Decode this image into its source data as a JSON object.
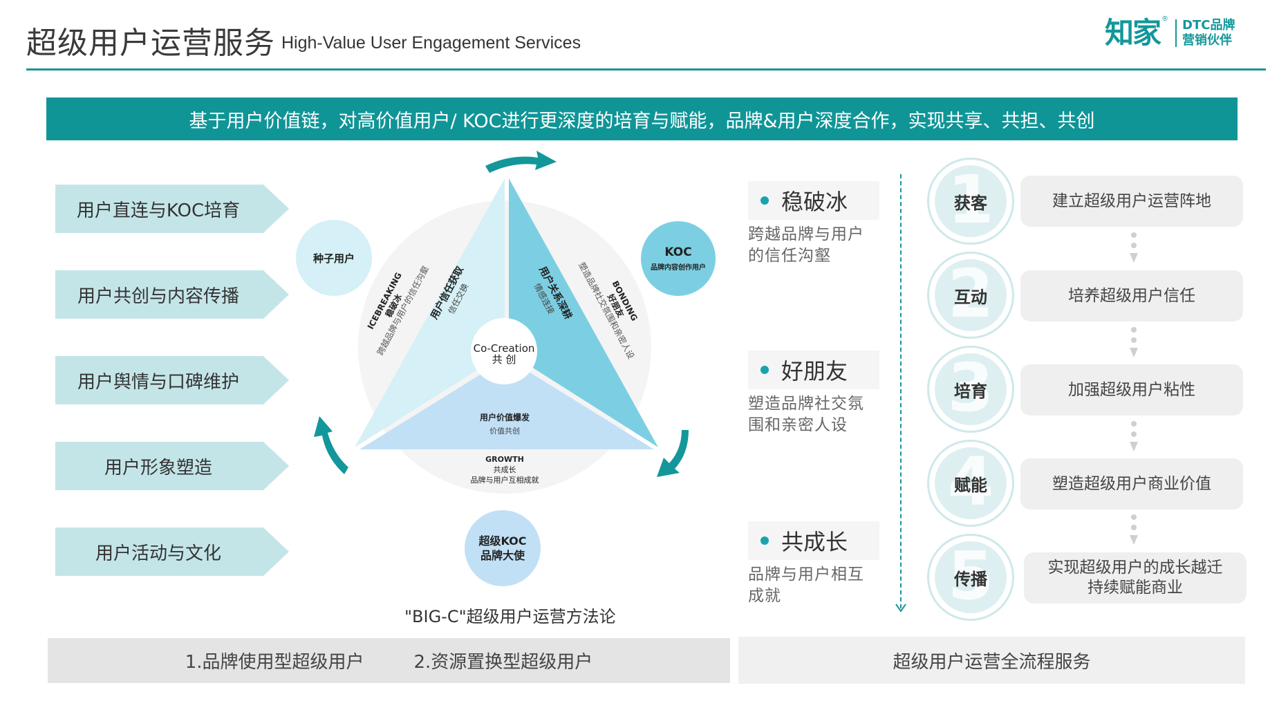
{
  "header": {
    "title_cn": "超级用户运营服务",
    "title_en": "High-Value User Engagement Services",
    "logo": {
      "mark": "知家",
      "registered": "®",
      "line1": "DTC品牌",
      "line2": "营销伙伴",
      "color": "#13979a"
    }
  },
  "banner": {
    "text": "基于用户价值链，对高价值用户/ KOC进行更深度的培育与赋能，品牌&用户深度合作，实现共享、共担、共创",
    "color": "#109597"
  },
  "left_services": [
    {
      "label": "用户直连与KOC培育"
    },
    {
      "label": "用户共创与内容传播"
    },
    {
      "label": "用户舆情与口碑维护"
    },
    {
      "label": "用户形象塑造"
    },
    {
      "label": "用户活动与文化"
    }
  ],
  "diagram": {
    "center": {
      "en": "Co-Creation",
      "cn": "共 创"
    },
    "segments": {
      "left": {
        "title": "用户信任获取",
        "sub": "信任交换",
        "color": "#d5f0f6"
      },
      "right": {
        "title": "用户关系深耕",
        "sub": "情感连接",
        "color": "#7ccfe2"
      },
      "bottom": {
        "title": "用户价值爆发",
        "sub": "价值共创",
        "color": "#c2e0f5"
      }
    },
    "outer_labels": {
      "icebreaking": {
        "en": "ICEBREAKING",
        "cn": "稳破冰",
        "desc": "跨越品牌与用户的信任沟壑"
      },
      "bonding": {
        "en": "BONDING",
        "cn": "好朋友",
        "desc": "塑造品牌社交氛围和亲密人设"
      },
      "growth": {
        "en": "GROWTH",
        "cn": "共成长",
        "desc": "品牌与用户互相成就"
      }
    },
    "roles": {
      "seed": {
        "title": "种子用户",
        "color": "#d5f0f6"
      },
      "koc": {
        "title": "KOC",
        "sub": "品牌内容创作用户",
        "color": "#7ccfe2"
      },
      "super_koc": {
        "title": "超级KOC",
        "sub": "品牌大使",
        "color": "#c2e0f5"
      }
    },
    "cycle_arrow_color": "#13979a",
    "methodology": "\"BIG-C\"超级用户运营方法论"
  },
  "stages": [
    {
      "title": "稳破冰",
      "desc_lines": [
        "跨越品牌与用户",
        "的信任沟壑"
      ]
    },
    {
      "title": "好朋友",
      "desc_lines": [
        "塑造品牌社交氛",
        "围和亲密人设"
      ]
    },
    {
      "title": "共成长",
      "desc_lines": [
        "品牌与用户相互",
        "成就"
      ]
    }
  ],
  "steps": [
    {
      "num": "1",
      "label": "获客",
      "lines": [
        "建立超级用户运营阵地"
      ]
    },
    {
      "num": "2",
      "label": "互动",
      "lines": [
        "培养超级用户信任"
      ]
    },
    {
      "num": "3",
      "label": "培育",
      "lines": [
        "加强超级用户粘性"
      ]
    },
    {
      "num": "4",
      "label": "赋能",
      "lines": [
        "塑造超级用户商业价值"
      ]
    },
    {
      "num": "5",
      "label": "传播",
      "lines": [
        "实现超级用户的成长越迁",
        "持续赋能商业"
      ]
    }
  ],
  "bottom": {
    "left_items": [
      "1.品牌使用型超级用户",
      "2.资源置换型超级用户"
    ],
    "right": "超级用户运营全流程服务"
  }
}
